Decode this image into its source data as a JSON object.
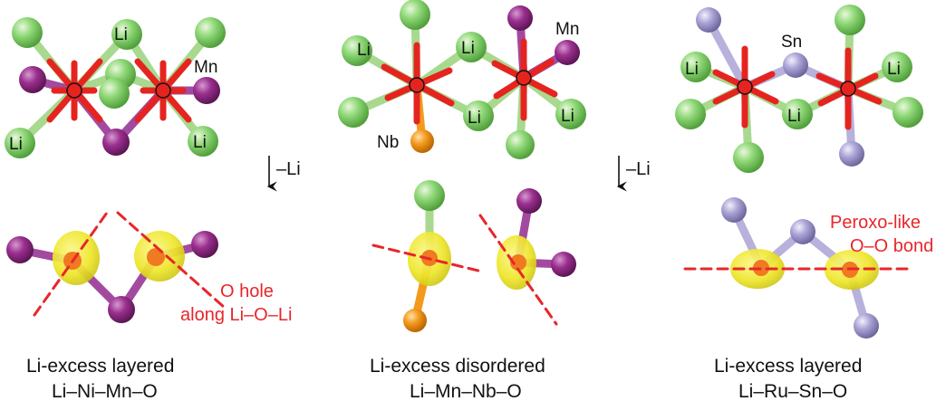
{
  "colors": {
    "li": "#7fcf6a",
    "li_bond": "#a8d98f",
    "mn": "#9b2f8f",
    "mn_bond": "#a24aa0",
    "nb": "#f39a1e",
    "sn": "#a9a2d4",
    "sn_bond": "#b7b1dc",
    "o": "#e52420",
    "hole": "#f2ee2a",
    "dashed": "#e8262a"
  },
  "panels": [
    {
      "id": "ni-mn",
      "atom_labels": {
        "top": "Li",
        "right_top": "Mn",
        "bottom_left": "Li",
        "bottom_right": "Li"
      },
      "arrow_label": "–Li",
      "annotation": [
        "O hole",
        "along Li–O–Li"
      ],
      "caption": [
        "Li-excess layered",
        "Li–Ni–Mn–O"
      ]
    },
    {
      "id": "mn-nb",
      "atom_labels": {
        "left": "Li",
        "mid_top": "Li",
        "mn": "Mn",
        "nb": "Nb",
        "mid_bottom": "Li",
        "right": "Li"
      },
      "arrow_label": "–Li",
      "caption": [
        "Li-excess disordered",
        "Li–Mn–Nb–O"
      ]
    },
    {
      "id": "ru-sn",
      "atom_labels": {
        "sn": "Sn",
        "left": "Li",
        "mid": "Li",
        "right": "Li"
      },
      "annotation": [
        "Peroxo-like",
        "O–O bond"
      ],
      "caption": [
        "Li-excess layered",
        "Li–Ru–Sn–O"
      ]
    }
  ]
}
